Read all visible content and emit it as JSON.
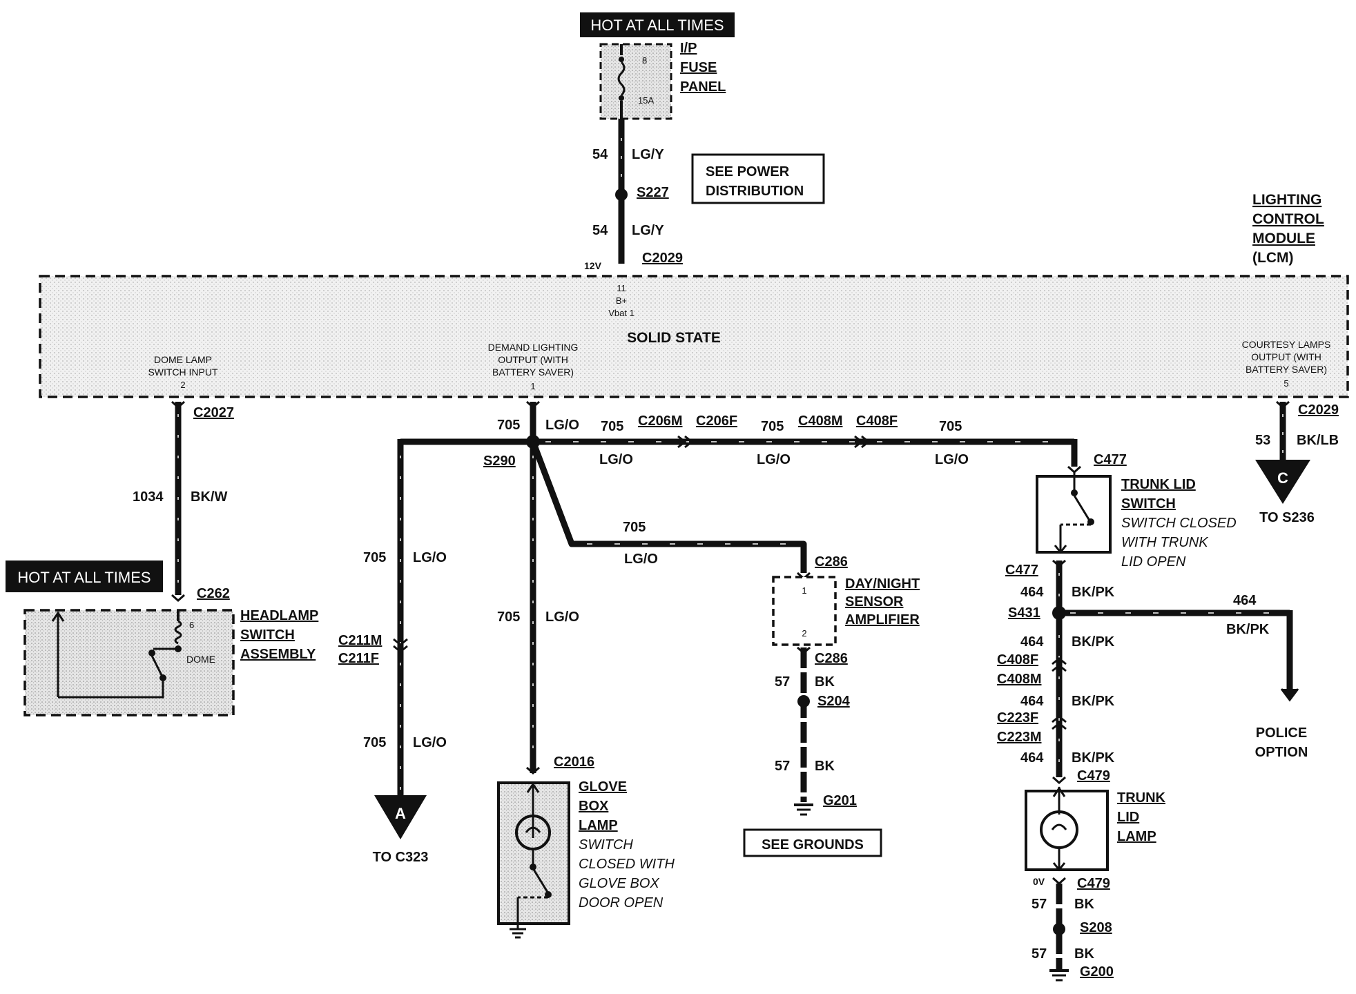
{
  "hot_at_all_times": "HOT AT ALL TIMES",
  "fuse_panel": {
    "line1": "I/P",
    "line2": "FUSE",
    "line3": "PANEL",
    "fuse_number": "8",
    "fuse_rating": "15A"
  },
  "see_power": {
    "line1": "SEE POWER",
    "line2": "DISTRIBUTION"
  },
  "see_grounds": "SEE GROUNDS",
  "lcm": {
    "title1": "LIGHTING",
    "title2": "CONTROL",
    "title3": "MODULE",
    "title4": "(LCM)",
    "solid_state": "SOLID STATE",
    "pin11": "11",
    "pin11_b": "B+",
    "pin11_c": "Vbat 1",
    "v12": "12V",
    "dome_input1": "DOME LAMP",
    "dome_input2": "SWITCH INPUT",
    "dome_pin": "2",
    "demand1": "DEMAND LIGHTING",
    "demand2": "OUTPUT (WITH",
    "demand3": "BATTERY SAVER)",
    "demand_pin": "1",
    "courtesy1": "COURTESY LAMPS",
    "courtesy2": "OUTPUT (WITH",
    "courtesy3": "BATTERY SAVER)",
    "courtesy_pin": "5"
  },
  "wires": {
    "w54": "54",
    "lgy": "LG/Y",
    "w705": "705",
    "lgo": "LG/O",
    "w1034": "1034",
    "bkw": "BK/W",
    "w53": "53",
    "bklb": "BK/LB",
    "w464": "464",
    "bkpk": "BK/PK",
    "w57": "57",
    "bk": "BK"
  },
  "connectors": {
    "s227": "S227",
    "c2029": "C2029",
    "c2027": "C2027",
    "c262": "C262",
    "s290": "S290",
    "c206m": "C206M",
    "c206f": "C206F",
    "c408m": "C408M",
    "c408f": "C408F",
    "c477": "C477",
    "c211m": "C211M",
    "c211f": "C211F",
    "c2016": "C2016",
    "c286": "C286",
    "s204": "S204",
    "g201": "G201",
    "s431": "S431",
    "c223f": "C223F",
    "c223m": "C223M",
    "c479": "C479",
    "s208": "S208",
    "g200": "G200"
  },
  "headlamp": {
    "line1": "HEADLAMP",
    "line2": "SWITCH",
    "line3": "ASSEMBLY",
    "pin": "6",
    "dome": "DOME"
  },
  "trunk_switch": {
    "t1": "TRUNK LID",
    "t2": "SWITCH",
    "d1": "SWITCH CLOSED",
    "d2": "WITH TRUNK",
    "d3": "LID OPEN"
  },
  "daynight": {
    "line1": "DAY/NIGHT",
    "line2": "SENSOR",
    "line3": "AMPLIFIER",
    "pin1": "1",
    "pin2": "2"
  },
  "glove": {
    "t1": "GLOVE",
    "t2": "BOX",
    "t3": "LAMP",
    "d1": "SWITCH",
    "d2": "CLOSED WITH",
    "d3": "GLOVE BOX",
    "d4": "DOOR OPEN"
  },
  "trunk_lamp": {
    "t1": "TRUNK",
    "t2": "LID",
    "t3": "LAMP",
    "zero_v": "0V"
  },
  "refs": {
    "a": "A",
    "to_c323": "TO C323",
    "c": "C",
    "to_s236": "TO S236",
    "police1": "POLICE",
    "police2": "OPTION"
  }
}
